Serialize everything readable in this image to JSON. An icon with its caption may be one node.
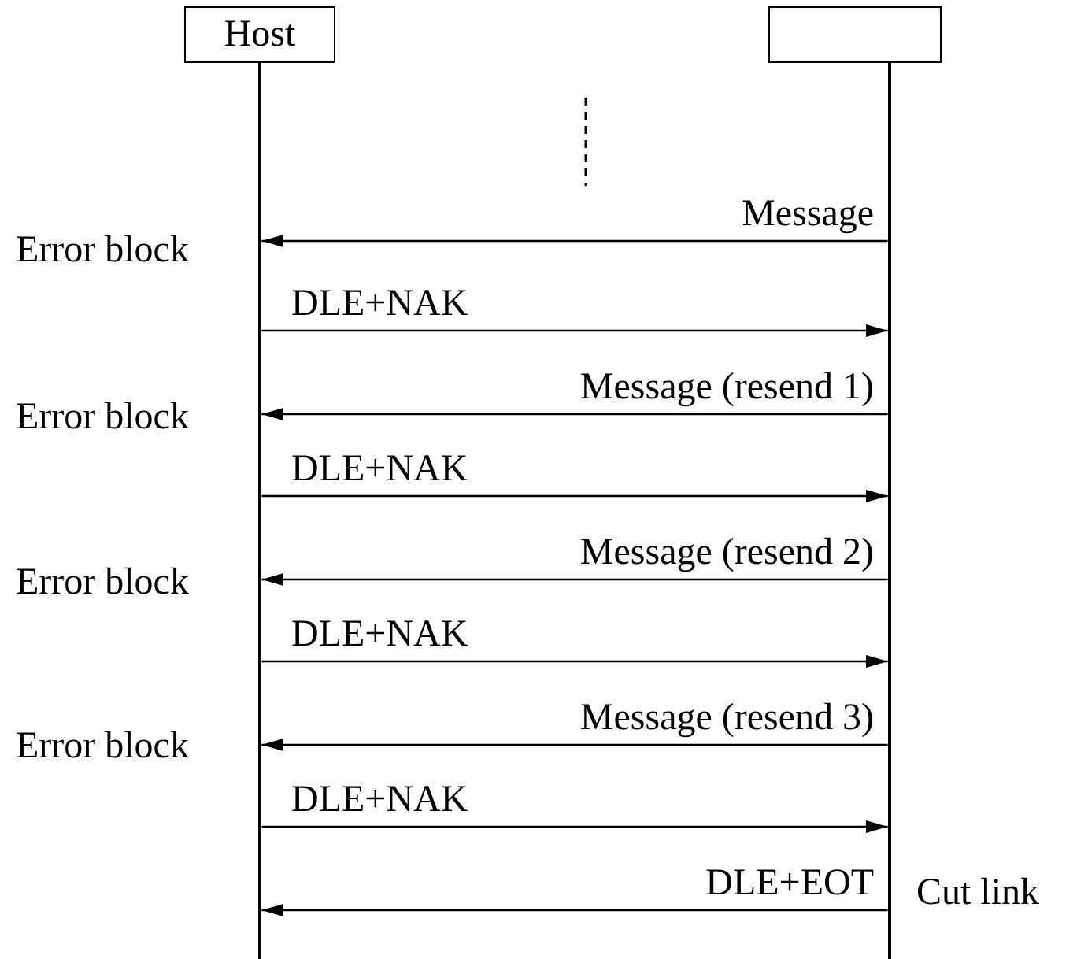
{
  "diagram": {
    "nodes": [
      {
        "text": [
          "Host"
        ]
      },
      {
        "text": [],
        "shape": "box"
      }
    ],
    "edges": [
      {
        "from": 1,
        "to": 0,
        "arrow": "to",
        "label": "Message"
      },
      {
        "from": 0,
        "to": 1,
        "arrow": "to",
        "label": "DLE+NAK"
      },
      {
        "from": 1,
        "to": 0,
        "arrow": "to",
        "label": "Message (resend 1)"
      },
      {
        "from": 0,
        "to": 1,
        "arrow": "to",
        "label": "DLE+NAK"
      },
      {
        "from": 1,
        "to": 0,
        "arrow": "to",
        "label": "Message (resend 2)"
      },
      {
        "from": 0,
        "to": 1,
        "arrow": "to",
        "label": "DLE+NAK"
      },
      {
        "from": 1,
        "to": 0,
        "arrow": "to",
        "label": "Message (resend 3)"
      },
      {
        "from": 0,
        "to": 1,
        "arrow": "to",
        "label": "DLE+NAK"
      },
      {
        "from": 1,
        "to": 0,
        "arrow": "to",
        "label": "DLE+EOT"
      }
    ],
    "labels": [
      "Error block",
      "Error block",
      "Error block",
      "Error block",
      "Cut link"
    ]
  }
}
